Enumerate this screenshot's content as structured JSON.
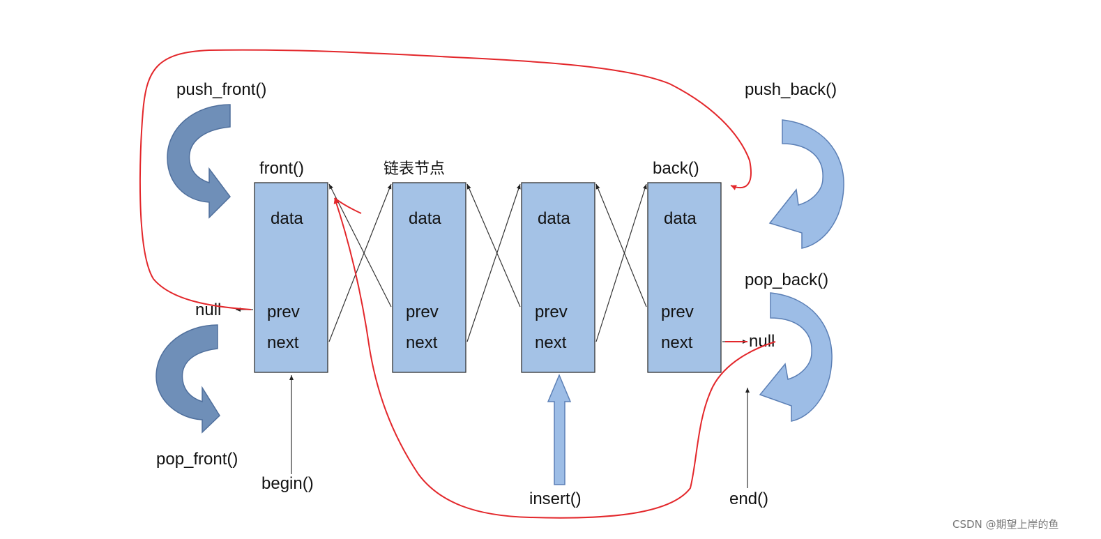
{
  "labels": {
    "push_front": "push_front()",
    "pop_front": "pop_front()",
    "push_back": "push_back()",
    "pop_back": "pop_back()",
    "front": "front()",
    "back": "back()",
    "node_caption": "链表节点",
    "begin": "begin()",
    "insert": "insert()",
    "end": "end()",
    "null_left": "null",
    "null_right": "null"
  },
  "nodes": [
    {
      "data": "data",
      "prev": "prev",
      "next": "next"
    },
    {
      "data": "data",
      "prev": "prev",
      "next": "next"
    },
    {
      "data": "data",
      "prev": "prev",
      "next": "next"
    },
    {
      "data": "data",
      "prev": "prev",
      "next": "next"
    }
  ],
  "watermark": "CSDN @期望上岸的鱼",
  "colors": {
    "node_fill": "#a4c2e6",
    "arrow_fill": "#9dbde6",
    "annotation": "#e3272b"
  }
}
